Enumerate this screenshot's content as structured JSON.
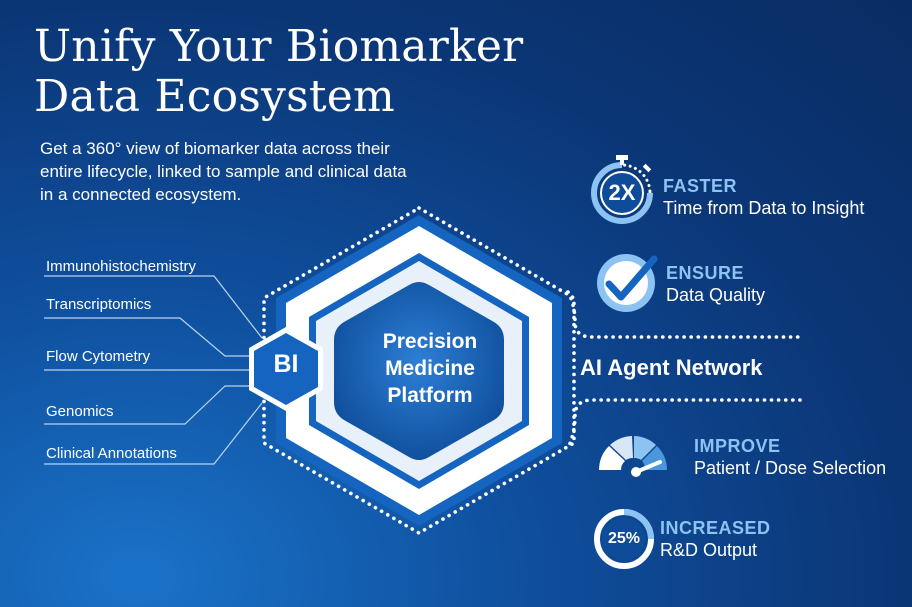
{
  "title_line1": "Unify Your Biomarker",
  "title_line2": "Data Ecosystem",
  "subtitle": "Get a 360° view of biomarker data across their entire lifecycle, linked to sample and clinical data in a connected ecosystem.",
  "sources": [
    "Immunohistochemistry",
    "Transcriptomics",
    "Flow Cytometry",
    "Genomics",
    "Clinical Annotations"
  ],
  "bi_label": "BI",
  "center_label": "Precision Medicine Platform",
  "network_label": "AI Agent Network",
  "metrics": [
    {
      "icon": "stopwatch-icon",
      "tag": "2X",
      "head": "FASTER",
      "sub": "Time from Data to Insight"
    },
    {
      "icon": "checkmark-icon",
      "head": "ENSURE",
      "sub": "Data Quality"
    },
    {
      "icon": "gauge-icon",
      "head": "IMPROVE",
      "sub": "Patient / Dose Selection"
    },
    {
      "icon": "percentage-ring-icon",
      "tag": "25%",
      "head": "INCREASED",
      "sub": "R&D Output"
    }
  ],
  "colors": {
    "background": "#0b3676",
    "accent": "#8cc3f2",
    "hex_blue": "#1565c0",
    "white": "#ffffff"
  }
}
